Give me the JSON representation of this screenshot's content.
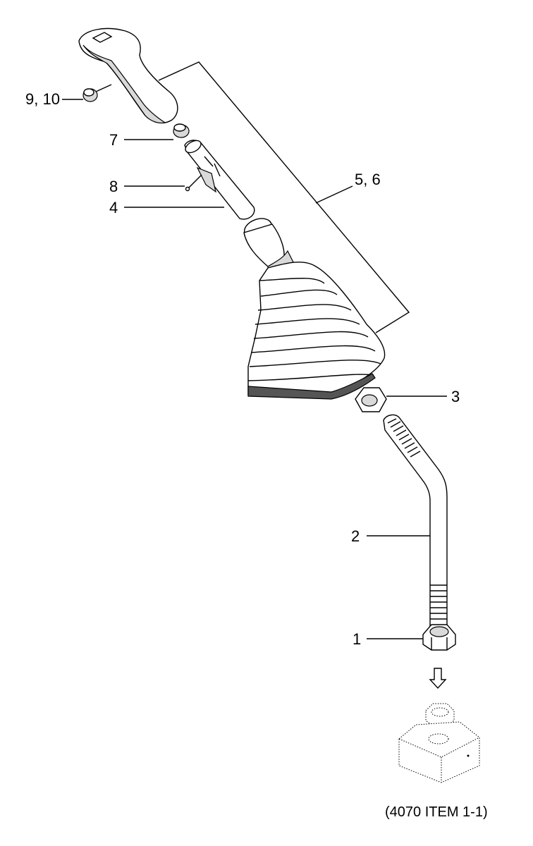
{
  "callouts": [
    {
      "id": "9-10",
      "label": "9, 10"
    },
    {
      "id": "7",
      "label": "7"
    },
    {
      "id": "8",
      "label": "8"
    },
    {
      "id": "4",
      "label": "4"
    },
    {
      "id": "5-6",
      "label": "5,  6"
    },
    {
      "id": "3",
      "label": "3"
    },
    {
      "id": "2",
      "label": "2"
    },
    {
      "id": "1",
      "label": "1"
    }
  ],
  "caption": "(4070 ITEM 1-1)",
  "colors": {
    "line": "#000000",
    "background": "#ffffff",
    "shade": "#d9d9d9"
  }
}
